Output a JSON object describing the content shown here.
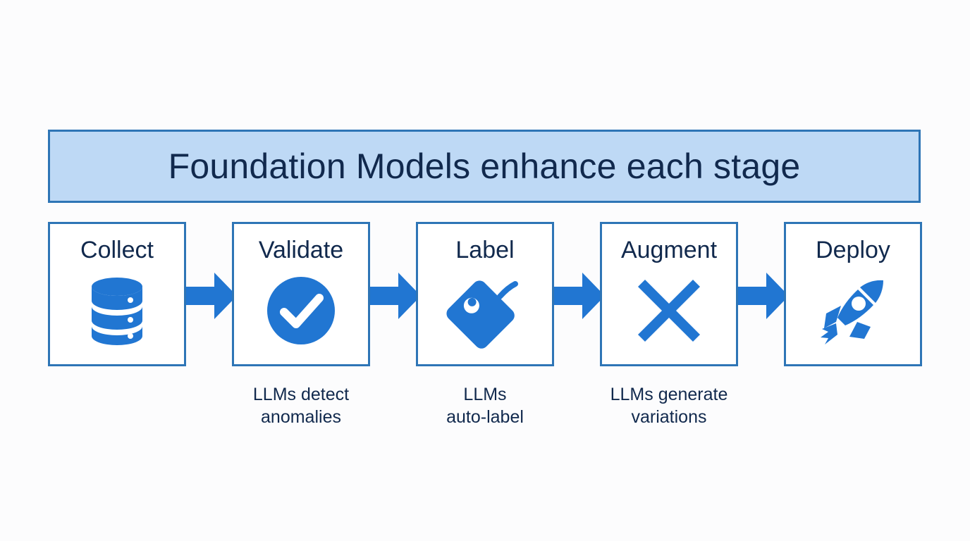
{
  "colors": {
    "background": "#fcfcfd",
    "banner_fill": "#bed9f5",
    "border_blue": "#2e75b6",
    "icon_blue": "#2176d2",
    "text_navy": "#11294d"
  },
  "banner": {
    "title": "Foundation Models enhance each stage"
  },
  "stages": [
    {
      "label": "Collect",
      "icon": "database-icon"
    },
    {
      "label": "Validate",
      "icon": "check-circle-icon"
    },
    {
      "label": "Label",
      "icon": "tag-icon"
    },
    {
      "label": "Augment",
      "icon": "cross-x-icon"
    },
    {
      "label": "Deploy",
      "icon": "rocket-icon"
    }
  ],
  "arrows": [
    {
      "name": "arrow-collect-to-validate"
    },
    {
      "name": "arrow-validate-to-label"
    },
    {
      "name": "arrow-label-to-augment"
    },
    {
      "name": "arrow-augment-to-deploy"
    }
  ],
  "captions": [
    {
      "line1": "LLMs detect",
      "line2": "anomalies"
    },
    {
      "line1": "LLMs",
      "line2": "auto-label"
    },
    {
      "line1": "LLMs generate",
      "line2": "variations"
    }
  ]
}
